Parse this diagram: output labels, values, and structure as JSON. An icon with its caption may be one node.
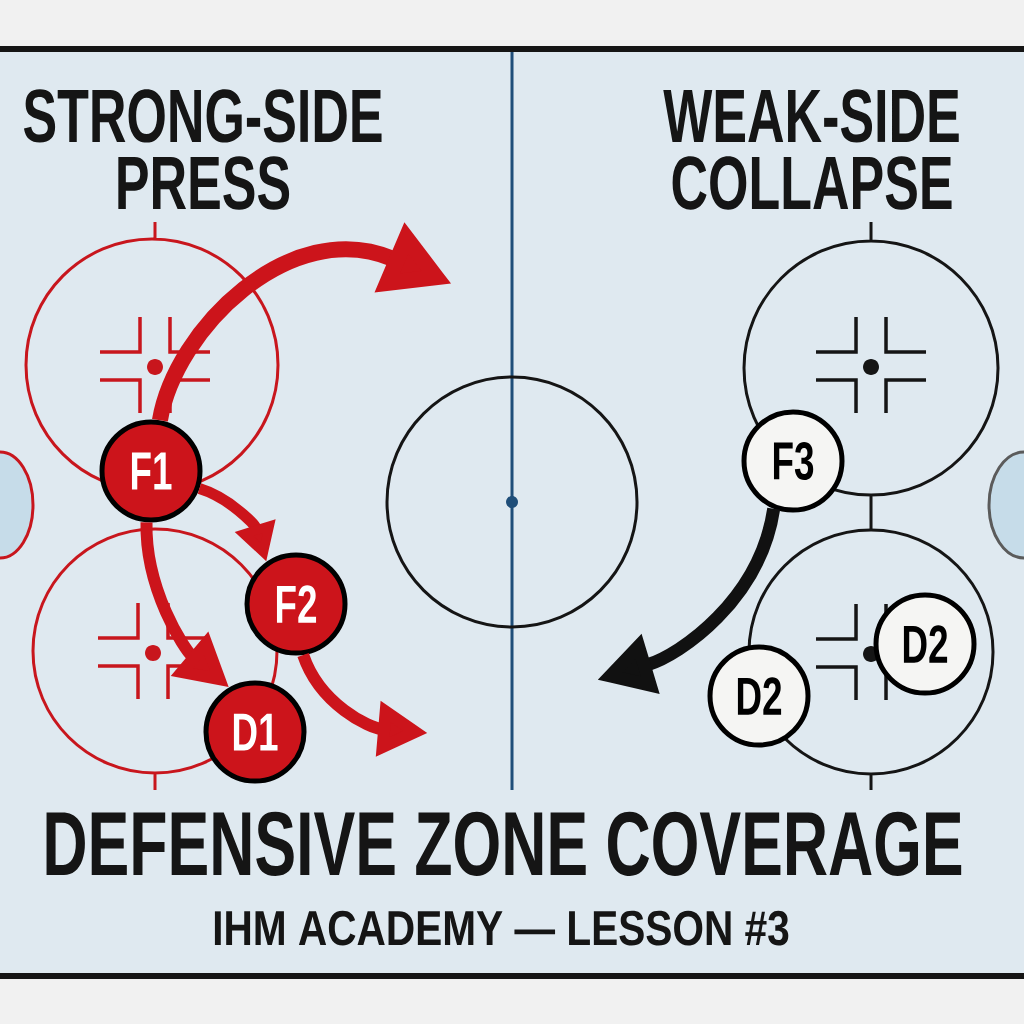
{
  "diagram": {
    "title": "DEFENSIVE ZONE COVERAGE",
    "caption": "IHM ACADEMY — LESSON #3",
    "nodes": [
      {
        "text": [
          "F1"
        ]
      },
      {
        "text": [
          "F2"
        ]
      },
      {
        "text": [
          "D1"
        ]
      },
      {
        "text": [
          "F3"
        ]
      },
      {
        "text": [
          "D2"
        ]
      },
      {
        "text": [
          "D2"
        ]
      }
    ],
    "edges": [
      {
        "from": 0,
        "to": null,
        "arrow": "to"
      },
      {
        "from": 0,
        "to": 1,
        "arrow": "to"
      },
      {
        "from": 0,
        "to": 2,
        "arrow": "to"
      },
      {
        "from": 1,
        "to": null,
        "arrow": "to"
      },
      {
        "from": 3,
        "to": null,
        "arrow": "to",
        "color": "#111111"
      }
    ],
    "labels": [
      "STRONG-SIDE PRESS",
      "WEAK-SIDE COLLAPSE"
    ]
  }
}
